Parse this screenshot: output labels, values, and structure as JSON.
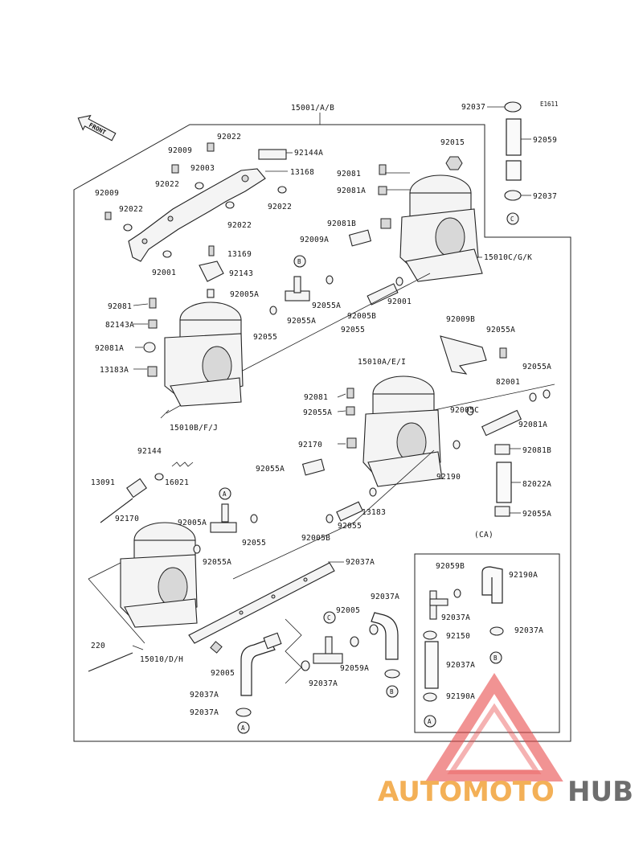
{
  "figure_code": "E1611",
  "front_label": "FRONT",
  "assembly_labels": {
    "carb_set": "15001/A/B",
    "carb_1": "15010/D/H",
    "carb_2": "15010B/F/J",
    "carb_3": "15010A/E/I",
    "carb_4": "15010C/G/K",
    "ca_group": "(CA)"
  },
  "part_labels": [
    "92037",
    "92059",
    "92037",
    "92015",
    "92022",
    "92009",
    "92003",
    "92144A",
    "13168",
    "92022",
    "92009",
    "92022",
    "92022",
    "92022",
    "92001",
    "92081",
    "92081A",
    "92081B",
    "92009A",
    "13169",
    "92143",
    "92005A",
    "92055A",
    "92055A",
    "92055",
    "92005B",
    "92055",
    "92001",
    "92081",
    "82143A",
    "92081A",
    "13183A",
    "92009B",
    "92055A",
    "92055A",
    "82001",
    "92081",
    "92055A",
    "92005C",
    "92081A",
    "92170",
    "92081B",
    "92055A",
    "92190",
    "82022A",
    "92144",
    "16021",
    "13091",
    "92170",
    "92055A",
    "92005A",
    "92055A",
    "92055",
    "92005B",
    "92055",
    "13183",
    "92037A",
    "92059B",
    "92190A",
    "92037A",
    "92005",
    "92037A",
    "92037A",
    "92150",
    "220",
    "92005",
    "92037A",
    "92059A",
    "92037A",
    "92190A",
    "92037A",
    "92037A"
  ],
  "callouts": [
    "A",
    "B",
    "C"
  ],
  "watermark": {
    "text_part1": "AUTOMOTO",
    "text_part2": "HUB",
    "color_primary": "#f2a33a",
    "color_secondary": "#e84c4c",
    "color_dark": "#555555"
  }
}
